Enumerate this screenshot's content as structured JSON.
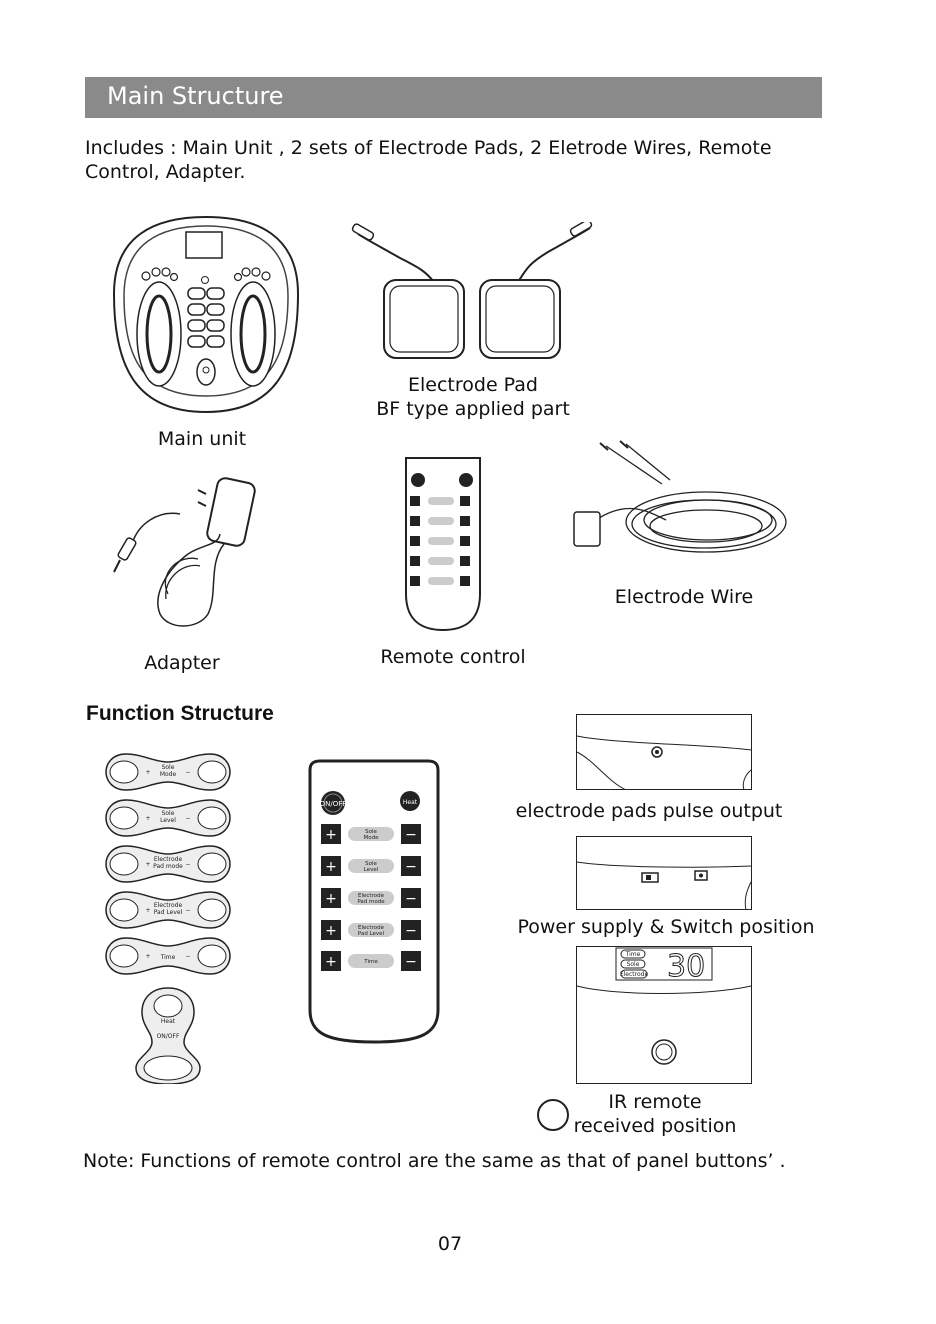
{
  "header": {
    "title": "Main Structure"
  },
  "intro": "Includes : Main Unit , 2 sets of Electrode Pads, 2 Eletrode Wires, Remote Control, Adapter.",
  "items": {
    "main_unit": "Main unit",
    "pad_line1": "Electrode Pad",
    "pad_line2": "BF type applied part",
    "adapter": "Adapter",
    "remote": "Remote control",
    "wire": "Electrode Wire"
  },
  "function": {
    "title": "Function Structure",
    "panel_buttons": [
      {
        "line1": "Sole",
        "line2": "Mode"
      },
      {
        "line1": "Sole",
        "line2": "Level"
      },
      {
        "line1": "Electrode",
        "line2": "Pad mode"
      },
      {
        "line1": "Electrode",
        "line2": "Pad Level"
      },
      {
        "line1": "Time",
        "line2": ""
      }
    ],
    "heat_button": {
      "line1": "Heat",
      "line2": "ON/OFF"
    },
    "remote_big": {
      "onoff": "ON/OFF",
      "heat": "Heat",
      "rows": [
        {
          "line1": "Sole",
          "line2": "Mode"
        },
        {
          "line1": "Sole",
          "line2": "Level"
        },
        {
          "line1": "Electrode",
          "line2": "Pad mode"
        },
        {
          "line1": "Electrode",
          "line2": "Pad Level"
        },
        {
          "line1": "Time",
          "line2": ""
        }
      ]
    },
    "detail1_caption": "electrode pads pulse output",
    "detail2_caption": "Power supply & Switch position",
    "display": {
      "labels": [
        "Time",
        "Sole",
        "Electrode"
      ],
      "digits": "30"
    },
    "ir_line1": "IR remote",
    "ir_line2": "received position"
  },
  "note": "Note: Functions of remote control are the same as that of panel buttons’ .",
  "page_number": "07"
}
